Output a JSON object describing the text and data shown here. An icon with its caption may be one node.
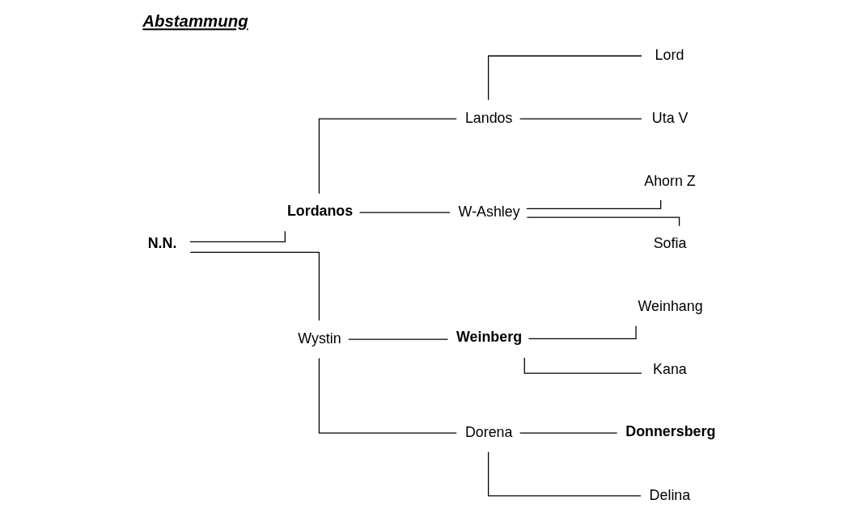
{
  "diagram": {
    "title": "Abstammung",
    "nodes": [
      {
        "text": [
          "N.N."
        ]
      },
      {
        "text": [
          "Lordanos"
        ]
      },
      {
        "text": [
          "Wystin"
        ]
      },
      {
        "text": [
          "Landos"
        ]
      },
      {
        "text": [
          "W-Ashley"
        ]
      },
      {
        "text": [
          "Weinberg"
        ]
      },
      {
        "text": [
          "Dorena"
        ]
      },
      {
        "text": [
          "Lord"
        ]
      },
      {
        "text": [
          "Uta V"
        ]
      },
      {
        "text": [
          "Ahorn Z"
        ]
      },
      {
        "text": [
          "Sofia"
        ]
      },
      {
        "text": [
          "Weinhang"
        ]
      },
      {
        "text": [
          "Kana"
        ]
      },
      {
        "text": [
          "Donnersberg"
        ]
      },
      {
        "text": [
          "Delina"
        ]
      }
    ],
    "edges": [
      {
        "from": 0,
        "to": 1,
        "arrow": "none"
      },
      {
        "from": 0,
        "to": 2,
        "arrow": "none"
      },
      {
        "from": 1,
        "to": 3,
        "arrow": "none"
      },
      {
        "from": 1,
        "to": 4,
        "arrow": "none"
      },
      {
        "from": 2,
        "to": 5,
        "arrow": "none"
      },
      {
        "from": 2,
        "to": 6,
        "arrow": "none"
      },
      {
        "from": 3,
        "to": 7,
        "arrow": "none"
      },
      {
        "from": 3,
        "to": 8,
        "arrow": "none"
      },
      {
        "from": 4,
        "to": 9,
        "arrow": "none"
      },
      {
        "from": 4,
        "to": 10,
        "arrow": "none"
      },
      {
        "from": 5,
        "to": 11,
        "arrow": "none"
      },
      {
        "from": 5,
        "to": 12,
        "arrow": "none"
      },
      {
        "from": 6,
        "to": 13,
        "arrow": "none"
      },
      {
        "from": 6,
        "to": 14,
        "arrow": "none"
      }
    ]
  }
}
